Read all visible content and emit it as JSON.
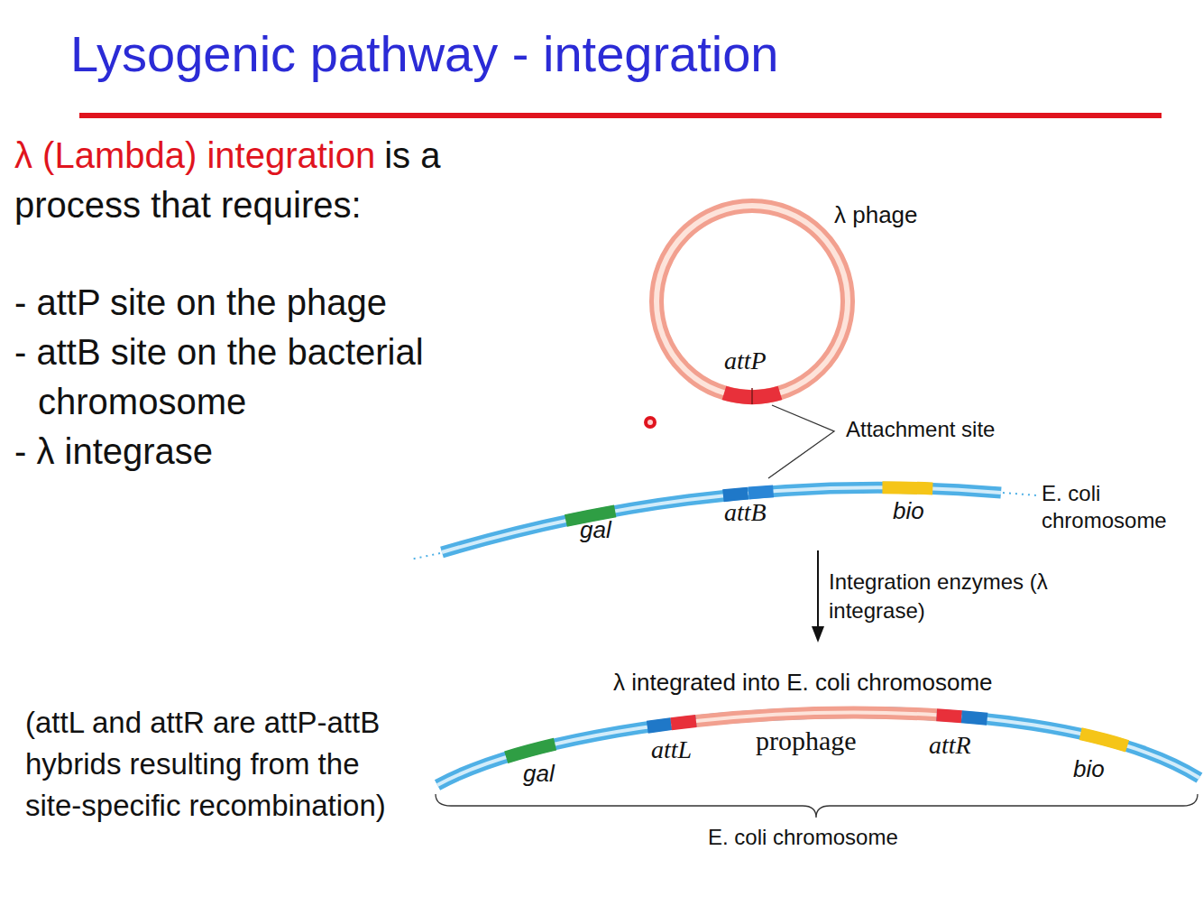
{
  "diagram": {
    "title": "Lysogenic pathway - integration",
    "nodes": [
      {
        "text": [
          "λ phage",
          "attP"
        ]
      },
      {
        "text": [
          "gal",
          "attB",
          "bio",
          "E. coli chromosome"
        ]
      },
      {
        "text": [
          "λ integrated into E. coli chromosome",
          "gal",
          "attL",
          "prophage",
          "attR",
          "bio",
          "E. coli chromosome"
        ]
      }
    ],
    "edges": [
      {
        "from": 1,
        "to": 2,
        "arrow": "to",
        "label": "Integration enzymes (λ integrase)"
      }
    ],
    "labels": [
      "λ (Lambda) integration",
      "is a process that requires:",
      "- attP site on the phage",
      "- attB site on the bacterial chromosome",
      "- λ integrase",
      "Attachment site",
      "(attL and attR are attP-attB hybrids resulting from the site-specific recombination)"
    ]
  }
}
